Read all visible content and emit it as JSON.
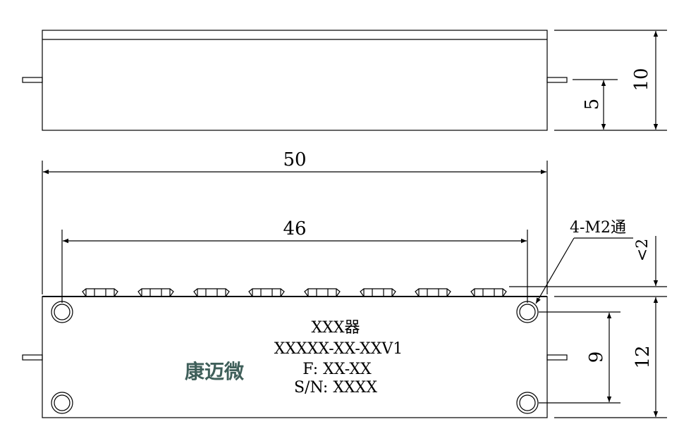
{
  "side_view": {
    "height_dim": "10",
    "pin_height_dim": "5"
  },
  "top_view": {
    "length_dim": "50",
    "hole_spacing_dim": "46",
    "hole_callout": "4-M2通",
    "connector_height_dim": "<2",
    "hole_vertical_spacing_dim": "9",
    "width_dim": "12"
  },
  "nameplate": {
    "line1": "XXX器",
    "line2": "XXXXX-XX-XXV1",
    "line3": "F: XX-XX",
    "line4": "S/N: XXXX"
  },
  "brand": "康迈微"
}
